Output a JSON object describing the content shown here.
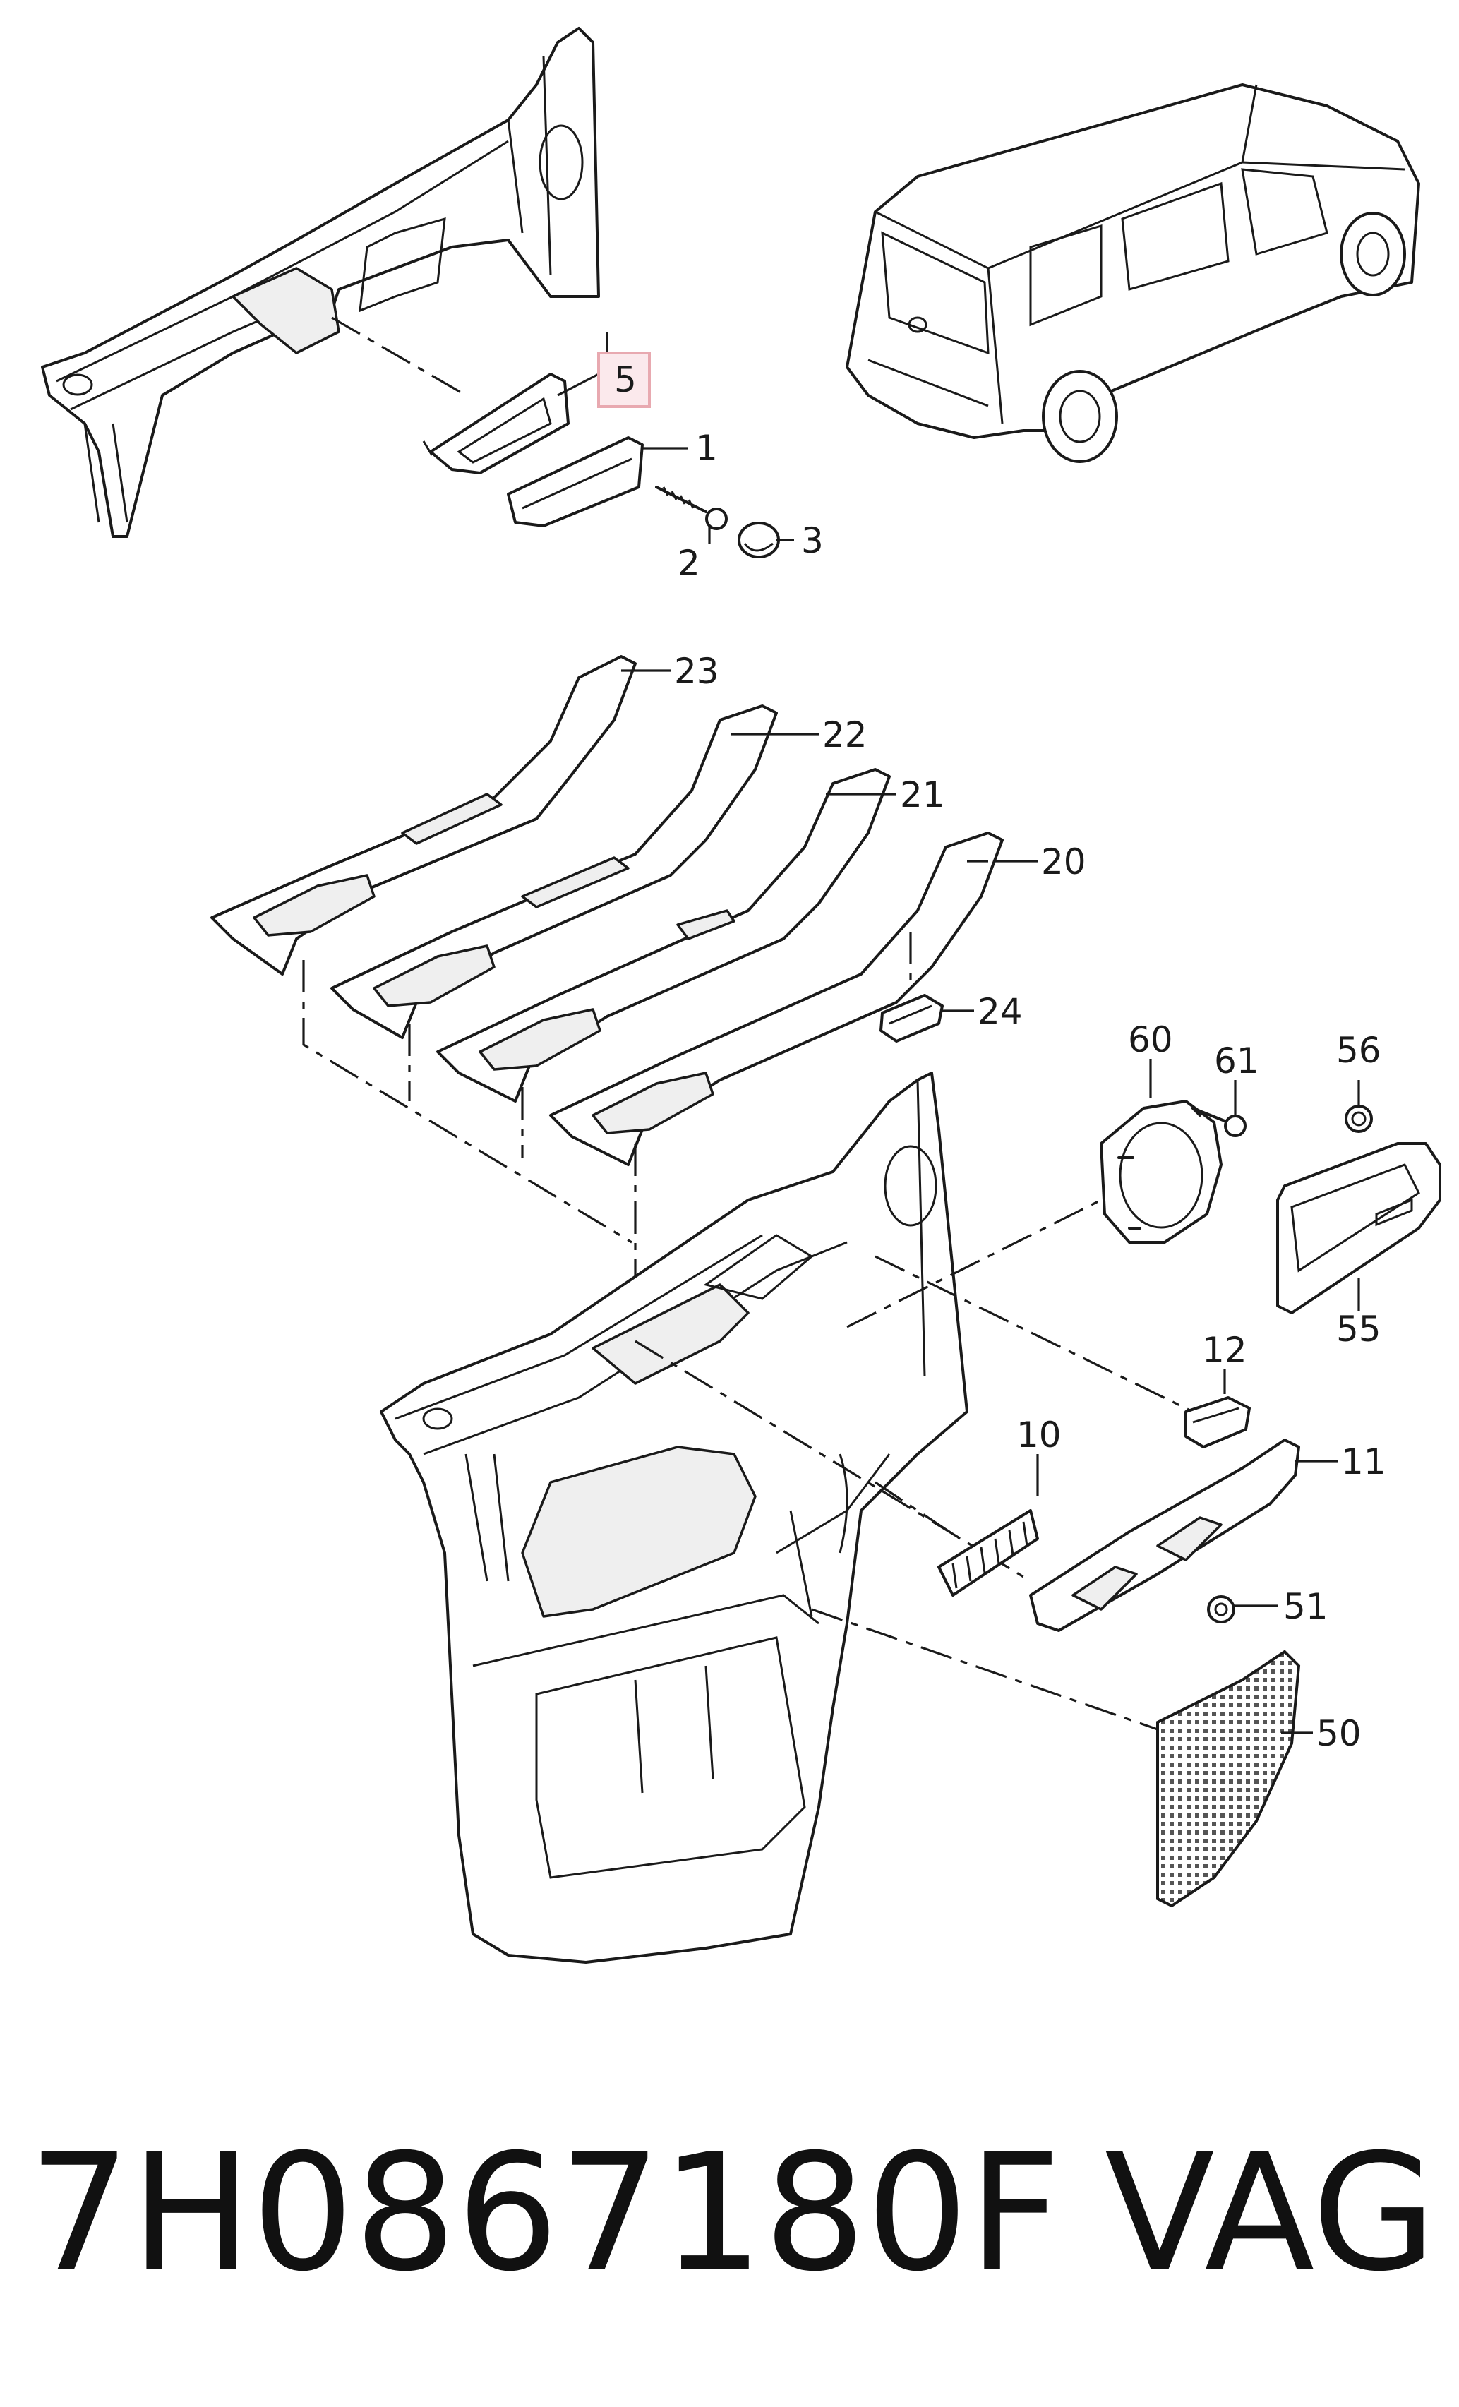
{
  "callouts": [
    {
      "id": "c5",
      "label": "5"
    },
    {
      "id": "c1",
      "label": "1"
    },
    {
      "id": "c2",
      "label": "2"
    },
    {
      "id": "c3",
      "label": "3"
    },
    {
      "id": "c23",
      "label": "23"
    },
    {
      "id": "c22",
      "label": "22"
    },
    {
      "id": "c21",
      "label": "21"
    },
    {
      "id": "c20",
      "label": "20"
    },
    {
      "id": "c24",
      "label": "24"
    },
    {
      "id": "c60",
      "label": "60"
    },
    {
      "id": "c61",
      "label": "61"
    },
    {
      "id": "c56",
      "label": "56"
    },
    {
      "id": "c55",
      "label": "55"
    },
    {
      "id": "c12",
      "label": "12"
    },
    {
      "id": "c10",
      "label": "10"
    },
    {
      "id": "c11",
      "label": "11"
    },
    {
      "id": "c51",
      "label": "51"
    },
    {
      "id": "c50",
      "label": "50"
    }
  ],
  "highlight": {
    "callout": "5",
    "color": "#e8a9b0",
    "fill": "#fbe9ec"
  },
  "footer": {
    "part_number": "7H0867180F",
    "brand": "VAG"
  }
}
